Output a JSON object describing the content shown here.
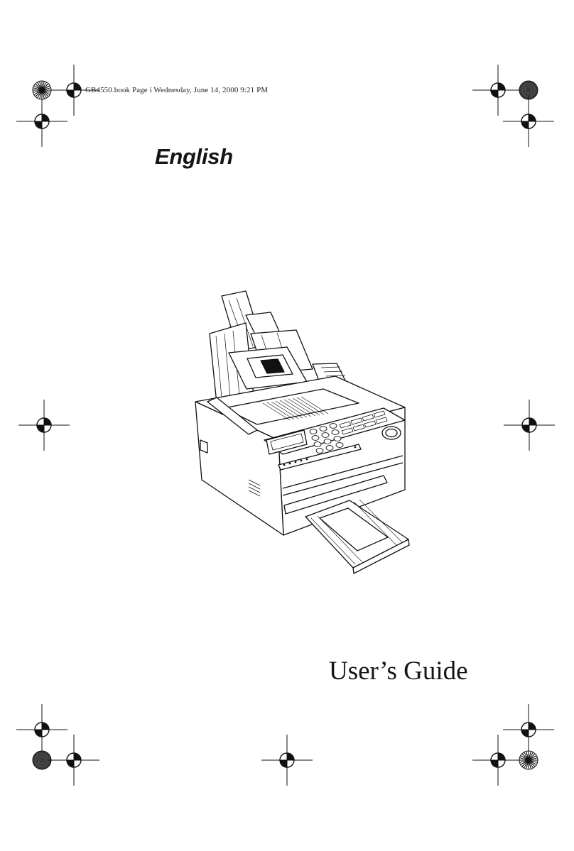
{
  "header": {
    "slug": "GB4550.book  Page i  Wednesday, June 14, 2000  9:21 PM"
  },
  "cover": {
    "language": "English",
    "title": "User’s Guide"
  },
  "illustration": {
    "icon": "fax-machine-icon"
  },
  "marks": {
    "crosshair_icon": "registration-crosshair-icon",
    "target_icon": "registration-target-icon"
  },
  "colors": {
    "ink": "#111111",
    "background": "#ffffff"
  }
}
